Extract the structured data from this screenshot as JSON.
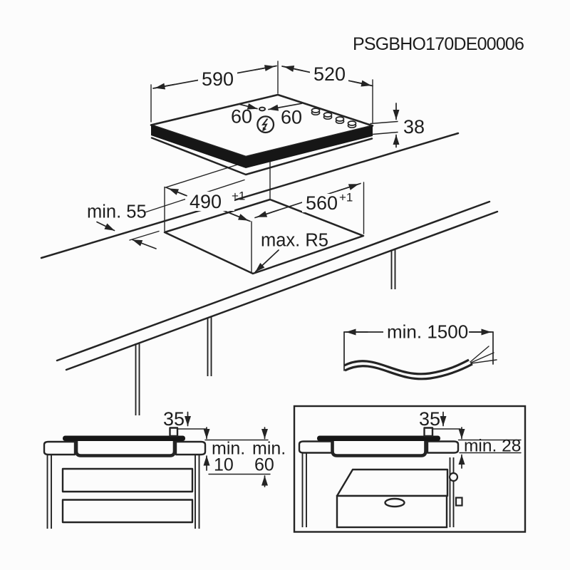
{
  "title": "PSGBHO170DE00006",
  "icons": {
    "electric": "lightning-bolt"
  },
  "top_view": {
    "width": "590",
    "depth": "520",
    "height": "38",
    "cable_offset_left": "60",
    "cable_offset_right": "60"
  },
  "cutout_view": {
    "depth": "490",
    "depth_tol": "+1",
    "width": "560",
    "width_tol": "+1",
    "edge_clearance": "min. 55",
    "corner_radius": "max. R5"
  },
  "cable_view": {
    "length": "min. 1500"
  },
  "section_a": {
    "bracket": "35",
    "label1": "min.",
    "value1": "10",
    "label2": "min.",
    "value2": "60"
  },
  "section_b": {
    "bracket": "35",
    "clearance": "min. 28"
  }
}
